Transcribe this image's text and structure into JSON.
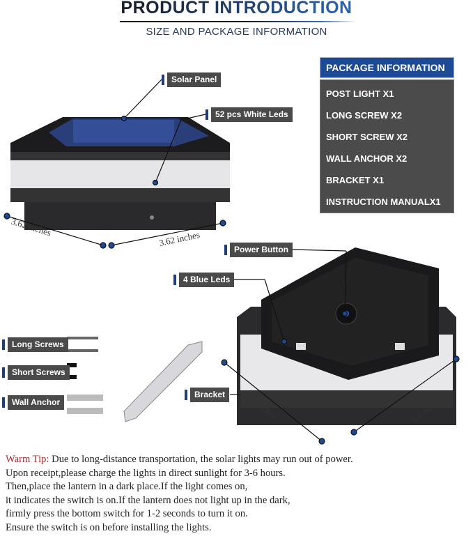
{
  "header": {
    "title": "PRODUCT INTRODUCTION",
    "subtitle": "SIZE AND PACKAGE INFORMATION"
  },
  "callouts": {
    "solar_panel": "Solar Panel",
    "white_leds": "52 pcs White Leds",
    "power_button": "Power Button",
    "blue_leds": "4 Blue Leds",
    "long_screws": "Long Screws",
    "short_screws": "Short Screws",
    "wall_anchor": "Wall Anchor",
    "bracket": "Bracket"
  },
  "dimensions": {
    "top_left": "3.62 inches",
    "top_right": "3.62 inches",
    "bottom_left": "5.2 inches",
    "bottom_right": "5.2 inches"
  },
  "package": {
    "title": "PACKAGE INFORMATION",
    "items": [
      "POST LIGHT X1",
      "LONG SCREW X2",
      "SHORT SCREW X2",
      "WALL ANCHOR X2",
      "BRACKET X1",
      "INSTRUCTION MANUALX1"
    ]
  },
  "tip": {
    "label": "Warm Tip:",
    "lines": [
      "Due to long-distance transportation, the solar lights may run out of power.",
      "Upon receipt,please charge the lights in direct sunlight for 3-6 hours.",
      "Then,place the lantern in a dark place.If the light comes on,",
      "it indicates the switch is on.If the lantern does not light up in the dark,",
      "firmly press the bottom switch for 1-2 seconds to turn it on.",
      "Ensure the switch is on before installing the lights."
    ]
  },
  "colors": {
    "navy": "#1d4a95",
    "label_bg": "#4a4a4a",
    "warm": "#b0282a"
  }
}
